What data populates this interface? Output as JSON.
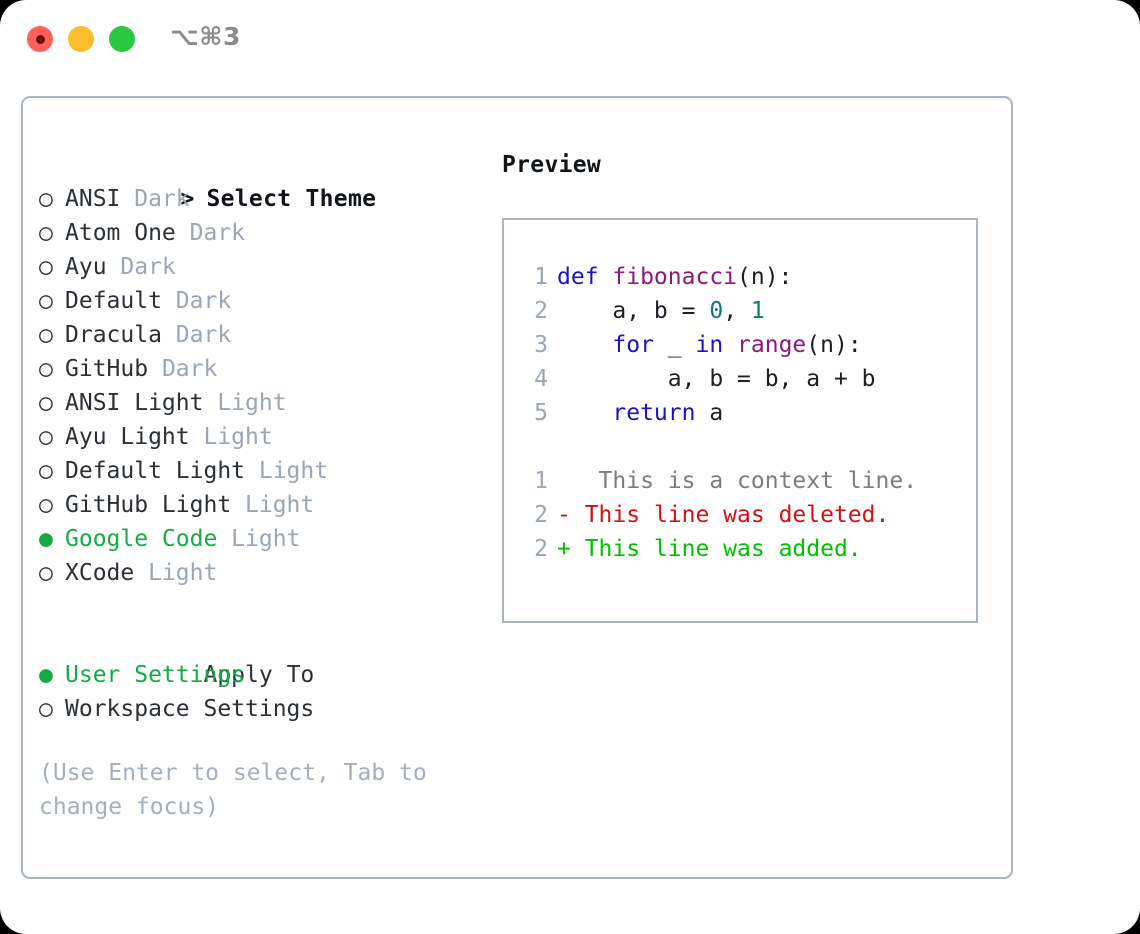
{
  "titlebar": {
    "shortcut": "⌥⌘3",
    "lights": [
      "close-red",
      "minimize-yellow",
      "zoom-green"
    ]
  },
  "theme_list": {
    "header": "Select Theme",
    "header_marker": ">",
    "items": [
      {
        "marker": "○",
        "name": "ANSI",
        "tag": "Dark",
        "selected": false
      },
      {
        "marker": "○",
        "name": "Atom One",
        "tag": "Dark",
        "selected": false
      },
      {
        "marker": "○",
        "name": "Ayu",
        "tag": "Dark",
        "selected": false
      },
      {
        "marker": "○",
        "name": "Default",
        "tag": "Dark",
        "selected": false
      },
      {
        "marker": "○",
        "name": "Dracula",
        "tag": "Dark",
        "selected": false
      },
      {
        "marker": "○",
        "name": "GitHub",
        "tag": "Dark",
        "selected": false
      },
      {
        "marker": "○",
        "name": "ANSI Light",
        "tag": "Light",
        "selected": false
      },
      {
        "marker": "○",
        "name": "Ayu Light",
        "tag": "Light",
        "selected": false
      },
      {
        "marker": "○",
        "name": "Default Light",
        "tag": "Light",
        "selected": false
      },
      {
        "marker": "○",
        "name": "GitHub Light",
        "tag": "Light",
        "selected": false
      },
      {
        "marker": "●",
        "name": "Google Code",
        "tag": "Light",
        "selected": true
      },
      {
        "marker": "○",
        "name": "XCode",
        "tag": "Light",
        "selected": false
      }
    ]
  },
  "apply_to": {
    "header": "Apply To",
    "header_marker": " ",
    "items": [
      {
        "marker": "●",
        "name": "User Settings",
        "selected": true
      },
      {
        "marker": "○",
        "name": "Workspace Settings",
        "selected": false
      }
    ]
  },
  "hint": "(Use Enter to select, Tab to change focus)",
  "preview": {
    "title": "Preview",
    "code_lines": [
      {
        "no": "1",
        "tokens": [
          {
            "t": "def ",
            "c": "kw"
          },
          {
            "t": "fibonacci",
            "c": "fn"
          },
          {
            "t": "(n):",
            "c": "pl"
          }
        ]
      },
      {
        "no": "2",
        "tokens": [
          {
            "t": "    a, b = ",
            "c": "pl"
          },
          {
            "t": "0",
            "c": "num"
          },
          {
            "t": ", ",
            "c": "pl"
          },
          {
            "t": "1",
            "c": "num"
          }
        ]
      },
      {
        "no": "3",
        "tokens": [
          {
            "t": "    ",
            "c": "pl"
          },
          {
            "t": "for",
            "c": "kw"
          },
          {
            "t": " _ ",
            "c": "pl"
          },
          {
            "t": "in",
            "c": "kw"
          },
          {
            "t": " ",
            "c": "pl"
          },
          {
            "t": "range",
            "c": "fn"
          },
          {
            "t": "(n):",
            "c": "pl"
          }
        ]
      },
      {
        "no": "4",
        "tokens": [
          {
            "t": "        a, b = b, a + b",
            "c": "pl"
          }
        ]
      },
      {
        "no": "5",
        "tokens": [
          {
            "t": "    ",
            "c": "pl"
          },
          {
            "t": "return",
            "c": "kw"
          },
          {
            "t": " a",
            "c": "pl"
          }
        ]
      }
    ],
    "diff_lines": [
      {
        "no": "1",
        "sign": " ",
        "text": "  This is a context line.",
        "kind": "ctx"
      },
      {
        "no": "2",
        "sign": "-",
        "text": " This line was deleted.",
        "kind": "del"
      },
      {
        "no": "2",
        "sign": "+",
        "text": " This line was added.",
        "kind": "add"
      }
    ]
  },
  "colors": {
    "accent_green": "#15aa44",
    "tag_gray": "#9aa6b6",
    "border": "#a9b3c1",
    "keyword": "#1a14c4",
    "function": "#8a1a7a",
    "number": "#0b7a74",
    "diff_deleted": "#cc1414",
    "diff_added": "#00c000",
    "light_red": "#ff6057",
    "light_yellow": "#ffbd2e",
    "light_green": "#28c840"
  }
}
